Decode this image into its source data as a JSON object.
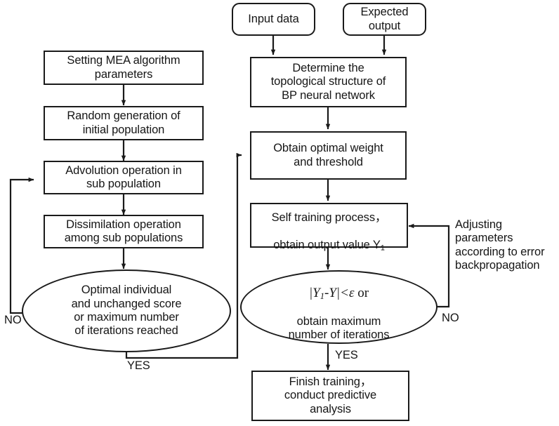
{
  "diagram": {
    "title": "MEA-BP neural network training flowchart",
    "stroke_color": "#1a1a1a",
    "text_color": "#161616",
    "background": "#ffffff"
  },
  "nodes": {
    "input_data": {
      "label": "Input data",
      "shape": "rounded-rect"
    },
    "expected_output": {
      "label": "Expected\noutput",
      "shape": "rounded-rect"
    },
    "setting_mea": {
      "label": "Setting MEA algorithm\nparameters",
      "shape": "rect"
    },
    "random_generation": {
      "label": "Random generation of\ninitial population",
      "shape": "rect"
    },
    "advolution": {
      "label": "Advolution operation in\nsub population",
      "shape": "rect"
    },
    "dissimilation": {
      "label": "Dissimilation operation\namong sub populations",
      "shape": "rect"
    },
    "mea_decision": {
      "label": "Optimal individual\nand unchanged score\nor maximum number\nof iterations reached",
      "shape": "ellipse"
    },
    "determine_topology": {
      "label": "Determine the\ntopological structure of\nBP neural network",
      "shape": "rect"
    },
    "obtain_weight": {
      "label": "Obtain  optimal weight\nand threshold",
      "shape": "rect"
    },
    "self_training": {
      "label_line1": "Self training process，",
      "label_line2_pre": "obtain output value Y",
      "label_line2_sub": "1",
      "shape": "rect"
    },
    "bp_decision": {
      "math_pre": "|Y",
      "math_sub": "1",
      "math_mid": "-Y|<",
      "math_eps": "ε",
      "math_post": " or",
      "label_rest": "obtain maximum\nnumber of iterations",
      "shape": "ellipse"
    },
    "finish_training": {
      "label": "Finish training，\nconduct predictive\nanalysis",
      "shape": "rect"
    }
  },
  "edge_labels": {
    "mea_no": "NO",
    "mea_yes": "YES",
    "bp_no": "NO",
    "bp_yes": "YES",
    "adjusting": "Adjusting\nparameters\naccording to error\nbackpropagation"
  }
}
